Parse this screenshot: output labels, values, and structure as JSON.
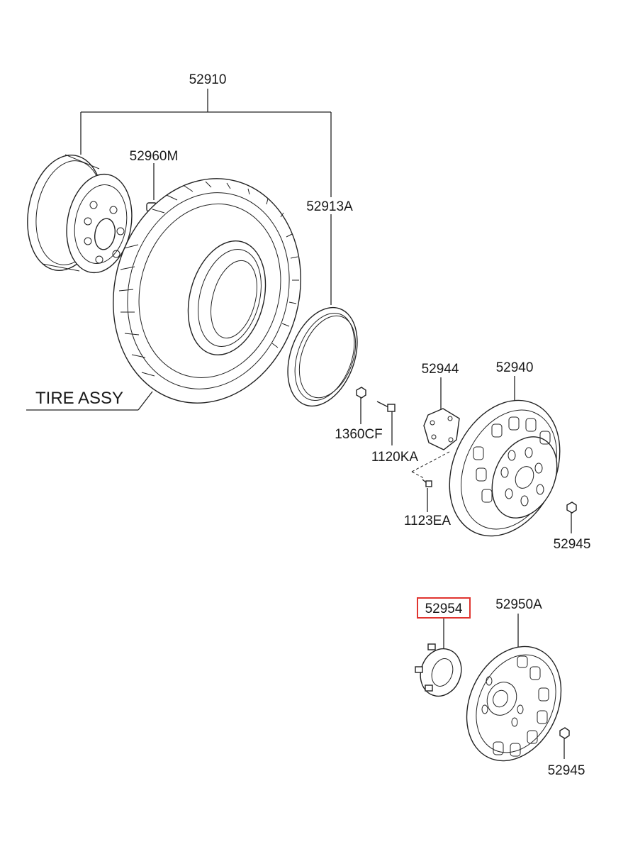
{
  "labels": {
    "wheel_assy": "52910",
    "valve": "52960M",
    "rim_band": "52913A",
    "tire_assy": "TIRE ASSY",
    "bracket": "52944",
    "wheel_cover": "52940",
    "nut_small": "1360CF",
    "bolt": "1120KA",
    "screw": "1123EA",
    "nut_right_1": "52945",
    "cap_bracket_highlighted": "52954",
    "wheel_cover_lower": "52950A",
    "nut_right_2": "52945"
  },
  "highlight_color": "#e0342f"
}
